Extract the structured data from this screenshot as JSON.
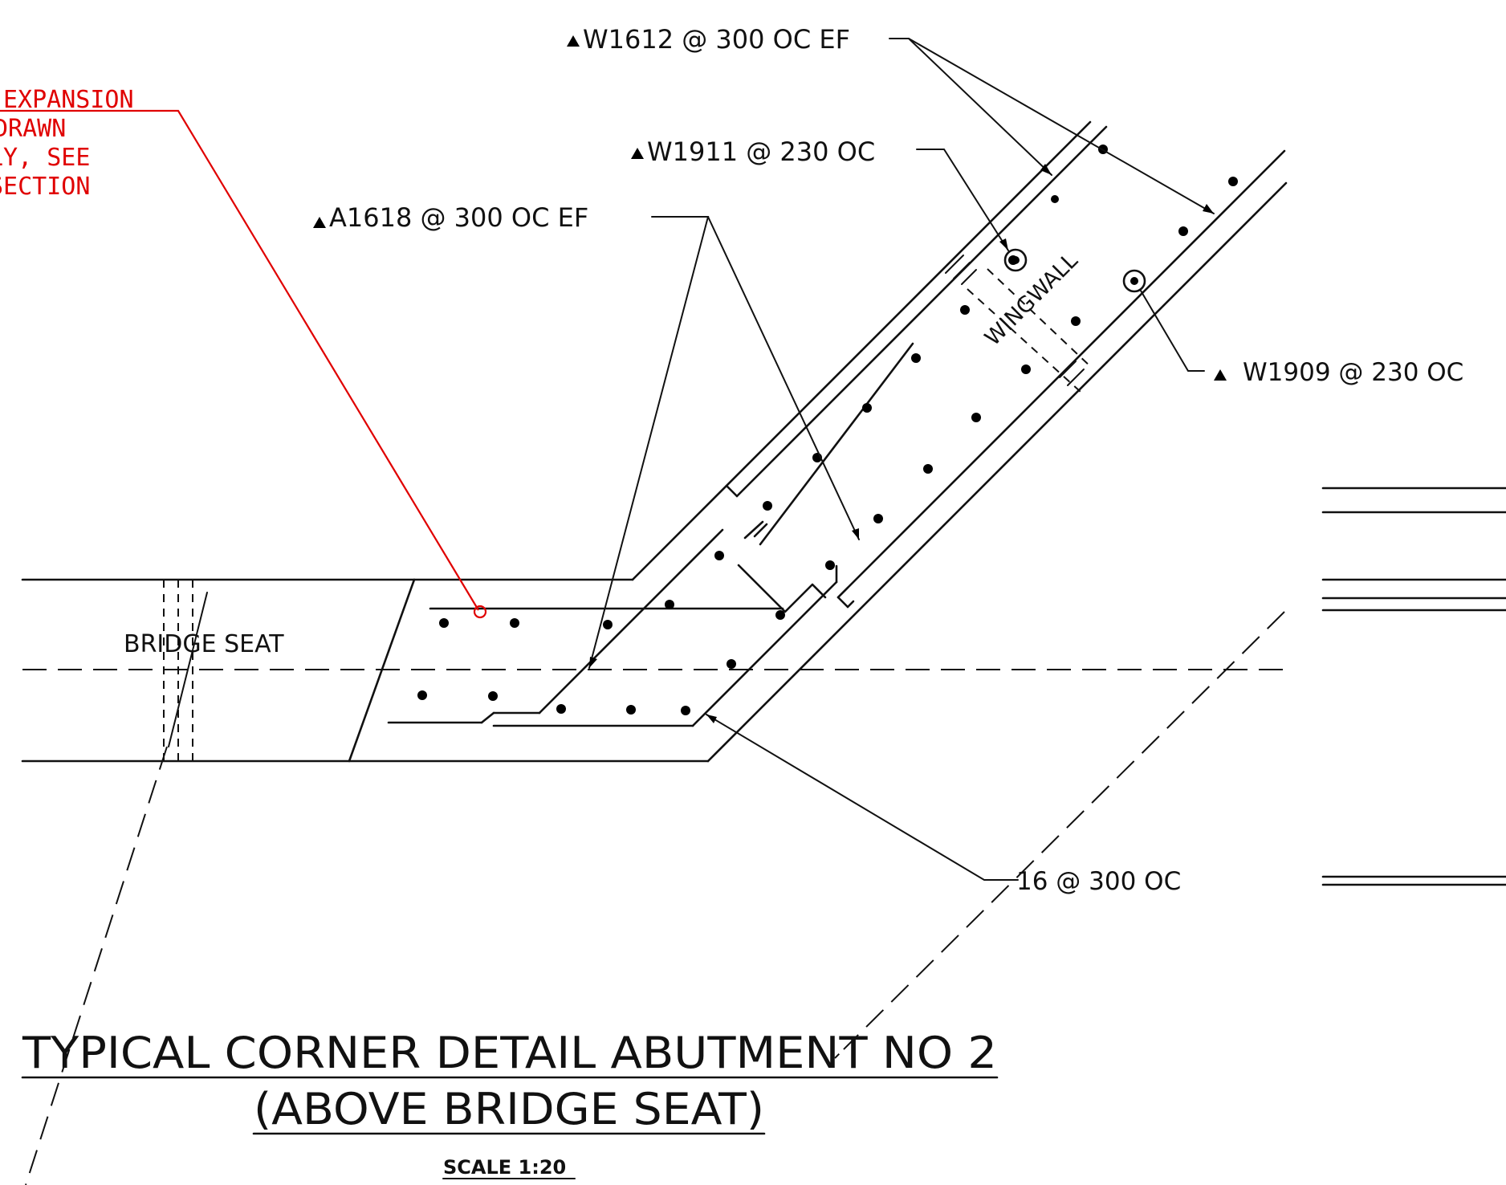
{
  "colors": {
    "ink": "#111111",
    "note": "#e00000",
    "background": "#ffffff"
  },
  "callouts": {
    "w1612": "W1612 @ 300 OC EF",
    "w1911": "W1911 @ 230 OC",
    "a1618": "A1618 @ 300 OC EF",
    "w1909": "W1909 @ 230 OC",
    "r16": "16 @ 300 OC"
  },
  "marker_icon": "triangle-marker-icon",
  "note_lines": [
    "EXPANSION",
    "DRAWN",
    "LY,  SEE",
    "  SECTION"
  ],
  "labels": {
    "wingwall": "WINGWALL",
    "bridge_seat": "BRIDGE SEAT"
  },
  "title": {
    "line1": "TYPICAL CORNER DETAIL ABUTMENT NO 2",
    "line2": "(ABOVE BRIDGE SEAT)",
    "scale": "SCALE 1:20"
  }
}
